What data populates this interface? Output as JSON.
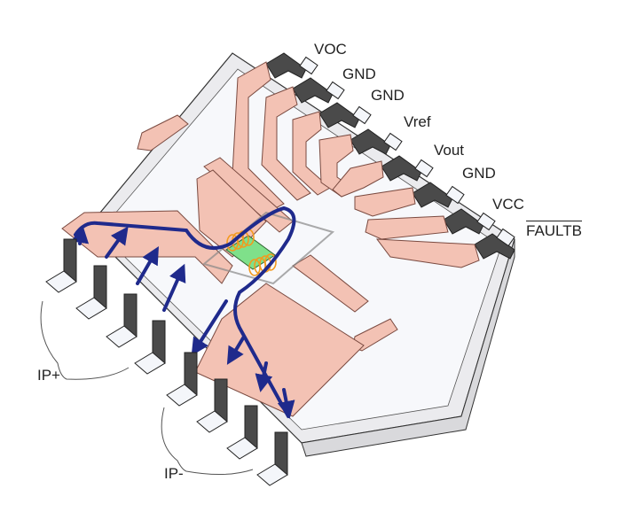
{
  "diagram": {
    "title": "Current sensor IC package cutaway with current path",
    "pin_labels": [
      {
        "name": "VOC",
        "overline": false
      },
      {
        "name": "GND",
        "overline": false
      },
      {
        "name": "GND",
        "overline": false
      },
      {
        "name": "Vref",
        "overline": false
      },
      {
        "name": "Vout",
        "overline": false
      },
      {
        "name": "GND",
        "overline": false
      },
      {
        "name": "VCC",
        "overline": false
      },
      {
        "name": "FAULTB",
        "overline": true
      }
    ],
    "group_labels": {
      "ip_plus": "IP+",
      "ip_minus": "IP-"
    },
    "colors": {
      "copper": "#f3c2b4",
      "copper_edge": "#7a4a40",
      "package": "#e6e6e8",
      "package_edge": "#333333",
      "lead_dark": "#4a4a4a",
      "lead_top": "#f4f6fa",
      "current_path": "#1f2a8c",
      "die": "#7fe08a",
      "coil": "#f39a1e"
    }
  }
}
